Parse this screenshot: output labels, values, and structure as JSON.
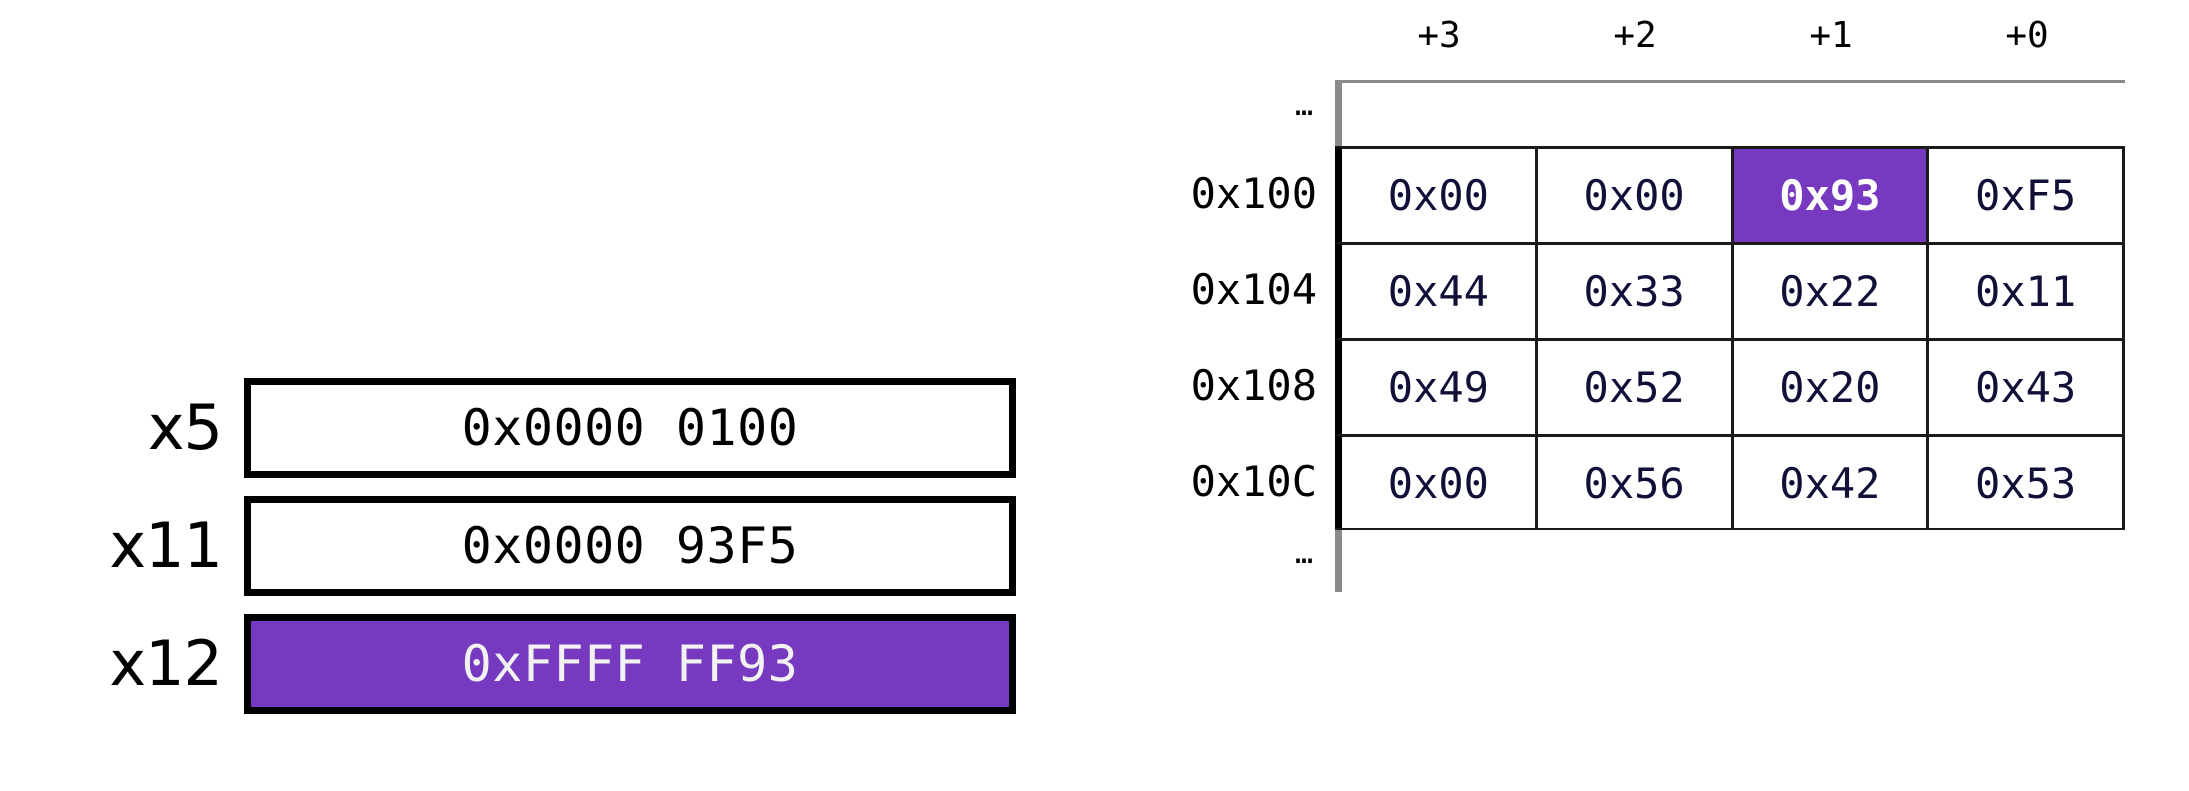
{
  "registers": {
    "rows": [
      {
        "label": "x5",
        "value": "0x0000 0100",
        "highlight": false
      },
      {
        "label": "x11",
        "value": "0x0000 93F5",
        "highlight": false
      },
      {
        "label": "x12",
        "value": "0xFFFF FF93",
        "highlight": true
      }
    ]
  },
  "memory": {
    "column_headers": [
      "+3",
      "+2",
      "+1",
      "+0"
    ],
    "ellipsis": "…",
    "rows": [
      {
        "address": "0x100",
        "cells": [
          "0x00",
          "0x00",
          "0x93",
          "0xF5"
        ],
        "highlight_index": 2
      },
      {
        "address": "0x104",
        "cells": [
          "0x44",
          "0x33",
          "0x22",
          "0x11"
        ],
        "highlight_index": -1
      },
      {
        "address": "0x108",
        "cells": [
          "0x49",
          "0x52",
          "0x20",
          "0x43"
        ],
        "highlight_index": -1
      },
      {
        "address": "0x10C",
        "cells": [
          "0x00",
          "0x56",
          "0x42",
          "0x53"
        ],
        "highlight_index": -1
      }
    ]
  },
  "colors": {
    "highlight": "#7639BF",
    "highlight_text": "#F2F2F2",
    "cell_text": "#101038",
    "border": "#1a1a1a",
    "gray_border": "#8a8a8a",
    "background": "#ffffff"
  }
}
